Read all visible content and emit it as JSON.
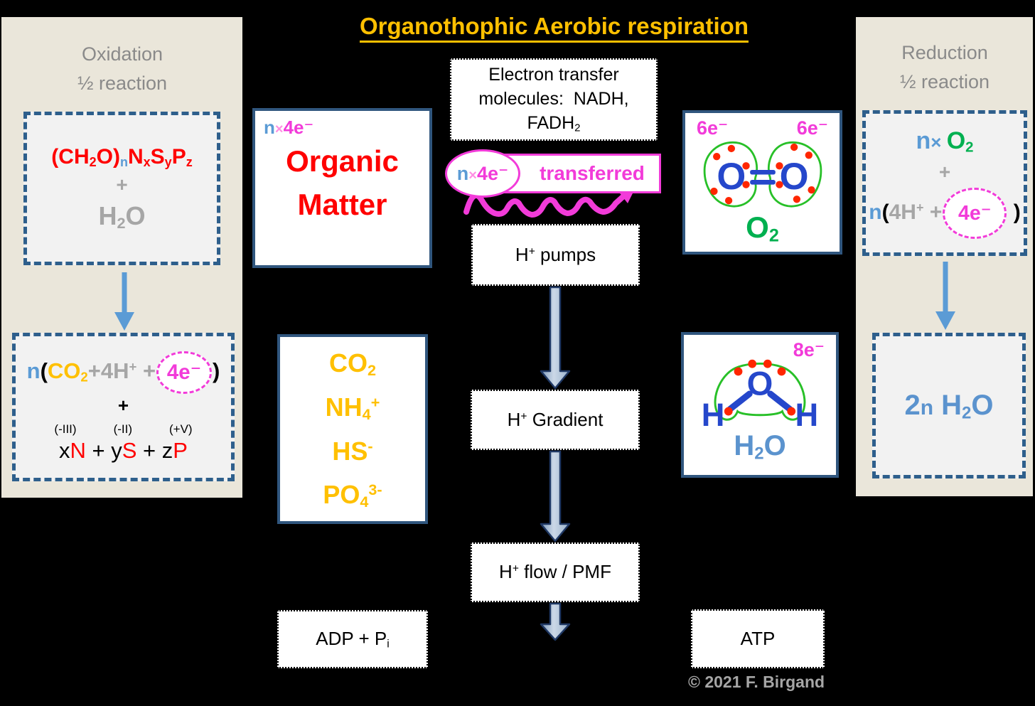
{
  "title": "Organothophic Aerobic respiration",
  "copyright": "© 2021 F. Birgand",
  "colors": {
    "background": "#000000",
    "panel": "#EAE6DA",
    "dashed_border": "#2E5F8C",
    "box_border": "#30567E",
    "red": "#FF0000",
    "gray": "#A6A6A6",
    "heading_gray": "#8A8A8A",
    "blue_n": "#5B9BD5",
    "magenta": "#F23BD9",
    "pink_times": "#FF8FE3",
    "gold": "#FFC000",
    "green": "#00B050",
    "lewis_green": "#28C028",
    "lewis_blue": "#2547CB",
    "dot_red": "#FF2600",
    "water_blue": "#5B93CE",
    "arrow_blue": "#5B9BD5",
    "big_arrow_fill": "#AABFD8",
    "big_arrow_stroke": "#1F3864"
  },
  "left_panel": {
    "heading": [
      {
        "t": "Oxidation"
      },
      {
        "br": true
      },
      {
        "t": "½ reaction"
      }
    ],
    "reactants": {
      "formula": [
        {
          "t": "(CH",
          "c": "red"
        },
        {
          "t": "2",
          "c": "red",
          "sub": true
        },
        {
          "t": "O)",
          "c": "red"
        },
        {
          "t": "n",
          "c": "blue_n",
          "sub": true
        },
        {
          "t": "N",
          "c": "red"
        },
        {
          "t": "x",
          "c": "red",
          "sub": true
        },
        {
          "t": "S",
          "c": "red"
        },
        {
          "t": "y",
          "c": "red",
          "sub": true
        },
        {
          "t": "P",
          "c": "red"
        },
        {
          "t": "z",
          "c": "red",
          "sub": true
        }
      ],
      "plus": [
        {
          "t": "+",
          "c": "gray"
        }
      ],
      "water": [
        {
          "t": "H",
          "c": "gray"
        },
        {
          "t": "2",
          "c": "gray",
          "sub": true
        },
        {
          "t": "O",
          "c": "gray"
        }
      ]
    },
    "products": {
      "line1": [
        {
          "t": "n",
          "c": "blue_n"
        },
        {
          "t": "(",
          "c": "#000000"
        },
        {
          "t": "CO",
          "c": "gold"
        },
        {
          "t": "2",
          "c": "gold",
          "sub": true
        },
        {
          "t": "+4H",
          "c": "gray"
        },
        {
          "t": "+",
          "c": "gray",
          "sup": true
        },
        {
          "t": " +",
          "c": "gray"
        },
        {
          "t": "4e⁻",
          "c": "magenta",
          "cls": "circ"
        },
        {
          "t": ")",
          "c": "#000000"
        }
      ],
      "plus": [
        {
          "t": "+",
          "c": "#000000"
        }
      ],
      "oxidation_states": [
        "(-III)",
        "(-II)",
        "(+V)"
      ],
      "line2": [
        {
          "t": "x",
          "c": "#000000"
        },
        {
          "t": "N",
          "c": "red"
        },
        {
          "t": " + ",
          "c": "#000000"
        },
        {
          "t": "y",
          "c": "#000000"
        },
        {
          "t": "S",
          "c": "red"
        },
        {
          "t": " + ",
          "c": "#000000"
        },
        {
          "t": "z",
          "c": "#000000"
        },
        {
          "t": "P",
          "c": "red"
        }
      ]
    }
  },
  "organic_matter": {
    "electrons": [
      {
        "t": "n",
        "c": "blue_n"
      },
      {
        "t": "×",
        "c": "pink_times",
        "sz": 20
      },
      {
        "t": "4e⁻",
        "c": "magenta"
      }
    ],
    "label": [
      {
        "t": "Organic"
      },
      {
        "br": true
      },
      {
        "t": "Matter"
      }
    ]
  },
  "mineral_products": {
    "species": [
      [
        {
          "t": "CO",
          "c": "gold"
        },
        {
          "t": "2",
          "c": "gold",
          "sub": true
        }
      ],
      [
        {
          "t": "NH",
          "c": "gold"
        },
        {
          "t": "4",
          "c": "gold",
          "sub": true
        },
        {
          "t": "+",
          "c": "gold",
          "sup": true
        }
      ],
      [
        {
          "t": "HS",
          "c": "gold"
        },
        {
          "t": "-",
          "c": "gold",
          "sup": true
        }
      ],
      [
        {
          "t": "PO",
          "c": "gold"
        },
        {
          "t": "4",
          "c": "gold",
          "sub": true
        },
        {
          "t": "3-",
          "c": "gold",
          "sup": true
        }
      ]
    ]
  },
  "electron_transfer": {
    "text": [
      {
        "t": "Electron transfer"
      },
      {
        "br": true
      },
      {
        "t": "molecules:  NADH,"
      },
      {
        "br": true
      },
      {
        "t": "FADH"
      },
      {
        "t": "2",
        "sub": true
      }
    ]
  },
  "transferred": {
    "bubble": [
      {
        "t": "n",
        "c": "blue_n"
      },
      {
        "t": "×",
        "c": "pink_times",
        "sz": 20
      },
      {
        "t": "4e⁻",
        "c": "magenta"
      }
    ],
    "label": "transferred"
  },
  "center_flow": {
    "pumps": [
      {
        "t": "H"
      },
      {
        "t": "+",
        "sup": true
      },
      {
        "t": " pumps"
      }
    ],
    "gradient": [
      {
        "t": "H"
      },
      {
        "t": "+",
        "sup": true
      },
      {
        "t": " Gradient"
      }
    ],
    "flow": [
      {
        "t": "H"
      },
      {
        "t": "+",
        "sup": true
      },
      {
        "t": " flow / PMF"
      }
    ]
  },
  "adp": {
    "label": [
      {
        "t": "ADP + P"
      },
      {
        "t": "i",
        "sub": true
      }
    ]
  },
  "atp": {
    "label": "ATP"
  },
  "o2_box": {
    "electrons_left": "6e⁻",
    "electrons_right": "6e⁻",
    "atom": "O",
    "label": [
      {
        "t": "O",
        "c": "green"
      },
      {
        "t": "2",
        "c": "green",
        "sub": true
      }
    ]
  },
  "h2o_box": {
    "electrons": "8e⁻",
    "atom_o": "O",
    "atom_h": "H",
    "label": [
      {
        "t": "H",
        "c": "water_blue"
      },
      {
        "t": "2",
        "c": "water_blue",
        "sub": true
      },
      {
        "t": "O",
        "c": "water_blue"
      }
    ]
  },
  "right_panel": {
    "heading": [
      {
        "t": "Reduction"
      },
      {
        "br": true
      },
      {
        "t": "½ reaction"
      }
    ],
    "reactants": {
      "line1": [
        {
          "t": "n",
          "c": "blue_n"
        },
        {
          "t": "× ",
          "c": "blue_n",
          "sz": 26
        },
        {
          "t": "O",
          "c": "green"
        },
        {
          "t": "2",
          "c": "green",
          "sub": true
        }
      ],
      "plus": [
        {
          "t": "+",
          "c": "gray"
        }
      ],
      "line2": [
        {
          "t": "n",
          "c": "blue_n"
        },
        {
          "t": "(",
          "c": "#000000"
        },
        {
          "t": "4H",
          "c": "gray"
        },
        {
          "t": "+",
          "c": "gray",
          "sup": true
        },
        {
          "t": " +",
          "c": "gray"
        },
        {
          "t": "4e⁻",
          "c": "magenta",
          "cls": "circ circ-lg"
        },
        {
          "t": " )",
          "c": "#000000"
        }
      ]
    },
    "product": [
      {
        "t": "2",
        "c": "water_blue"
      },
      {
        "t": "n",
        "c": "water_blue",
        "sz": 30
      },
      {
        "t": " H",
        "c": "water_blue"
      },
      {
        "t": "2",
        "c": "water_blue",
        "sub": true
      },
      {
        "t": "O",
        "c": "water_blue"
      }
    ]
  }
}
